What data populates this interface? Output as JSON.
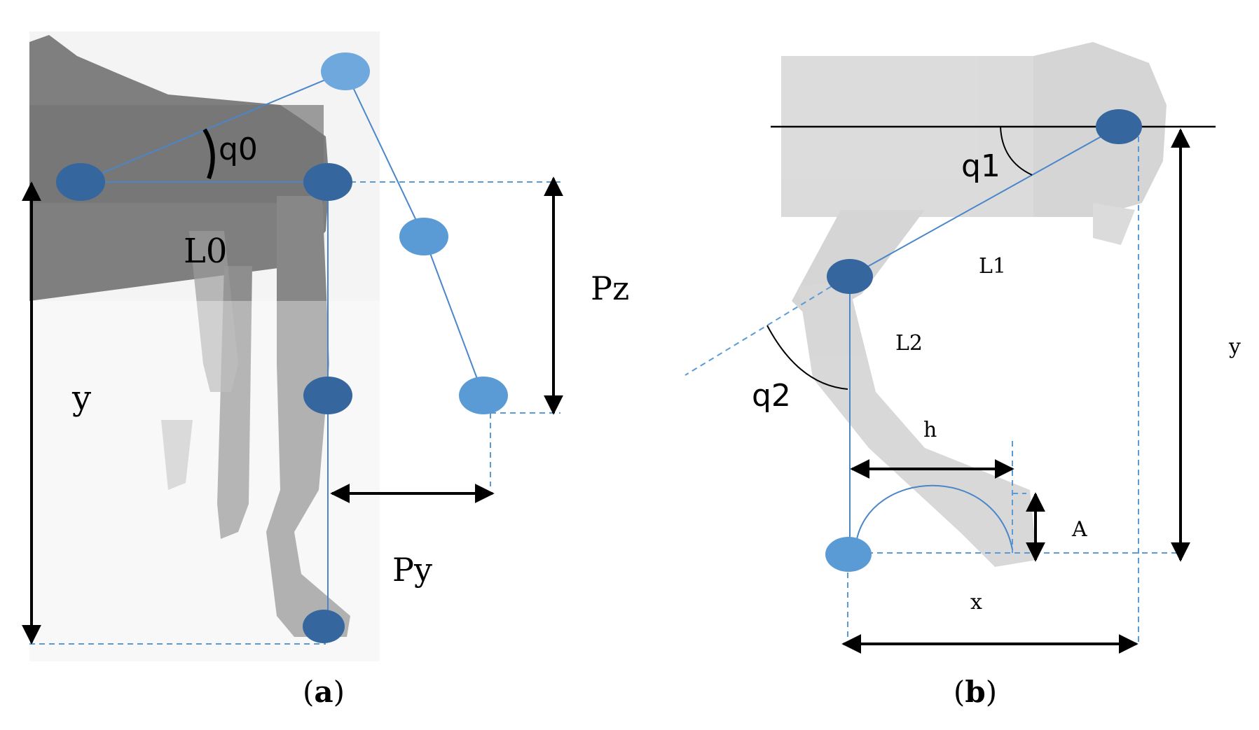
{
  "panel_a": {
    "labels": {
      "q0": "q0",
      "L0": "L0",
      "y": "y",
      "Pz": "Pz",
      "Py": "Py"
    },
    "caption": {
      "open": "(",
      "letter": "a",
      "close": ")"
    }
  },
  "panel_b": {
    "labels": {
      "q1": "q1",
      "L1": "L1",
      "L2": "L2",
      "q2": "q2",
      "h": "h",
      "A": "A",
      "y": "y",
      "x": "x"
    },
    "caption": {
      "open": "(",
      "letter": "b",
      "close": ")"
    }
  },
  "colors": {
    "link": "#4a86c8",
    "joint_dark": "#35679e",
    "joint_light": "#5b9bd5",
    "dashed": "#5b9bd5",
    "arrow": "#000000",
    "robot_body": "#6e6e6e",
    "robot_leg": "#8a8a8a"
  }
}
